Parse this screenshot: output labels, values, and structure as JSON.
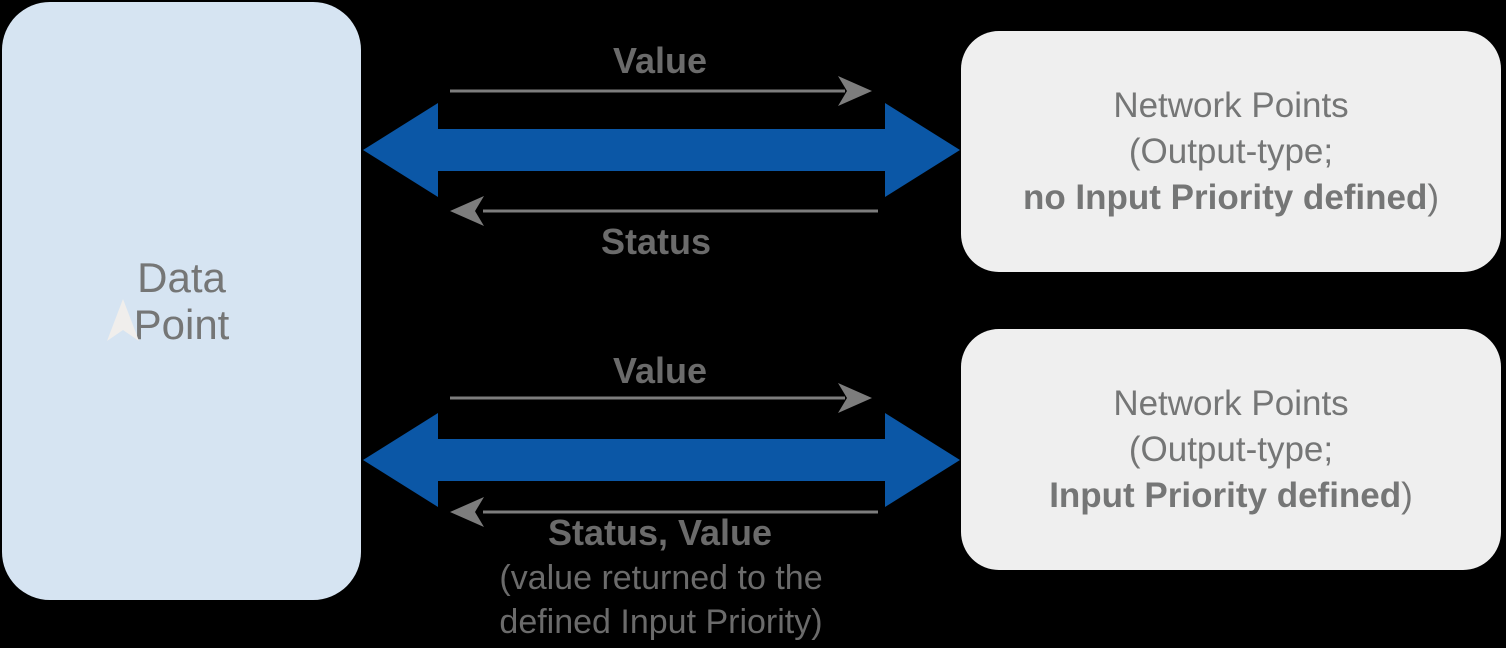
{
  "colors": {
    "background": "#000000",
    "accent_blue": "#0b57a6",
    "data_point_fill": "#d6e4f2",
    "network_fill": "#efefef",
    "text_gray": "#757676",
    "label_gray": "#6b6b6b",
    "arrow_gray": "#7d7d7d",
    "cursor_light": "#f0eeec"
  },
  "nodes": {
    "data_point": {
      "label": "Data\nPoint"
    },
    "network_top": {
      "line1": "Network Points",
      "line2": "(Output-type;",
      "line3_bold": "no Input Priority defined",
      "line3_rest": ")"
    },
    "network_bottom": {
      "line1": "Network Points",
      "line2": "(Output-type;",
      "line3_bold": "Input Priority defined",
      "line3_rest": ")"
    }
  },
  "flows": {
    "top": {
      "to_label": "Value",
      "from_label": "Status"
    },
    "bottom": {
      "to_label": "Value",
      "from_label": "Status, Value",
      "from_note": "(value returned to the\ndefined Input Priority)"
    }
  },
  "icons": {
    "cursor": "cursor-arrow-icon"
  }
}
